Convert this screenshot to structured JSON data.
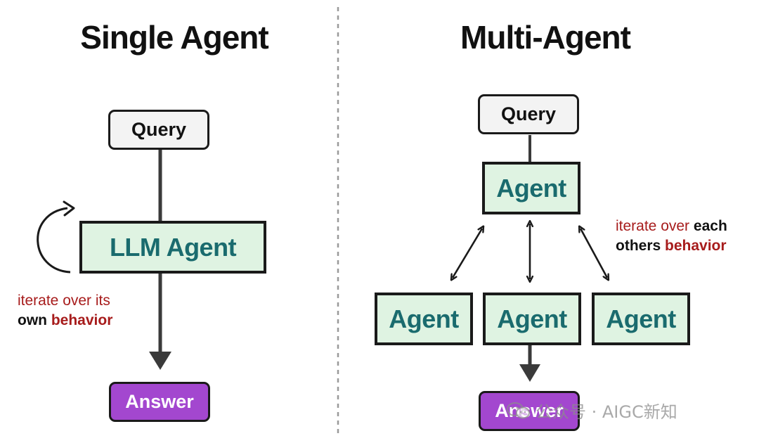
{
  "left_panel": {
    "title": "Single Agent",
    "query_label": "Query",
    "agent_label": "LLM Agent",
    "answer_label": "Answer",
    "note": {
      "line1": "iterate over its",
      "line2_a": "own",
      "line2_b": "behavior"
    }
  },
  "right_panel": {
    "title": "Multi-Agent",
    "query_label": "Query",
    "top_agent_label": "Agent",
    "agents": [
      "Agent",
      "Agent",
      "Agent"
    ],
    "answer_label": "Answer",
    "note": {
      "line1_a": "iterate over",
      "line1_b": "each",
      "line2_a": "others",
      "line2_b": "behavior"
    }
  },
  "watermark": {
    "text": "公众号 · AIGC新知"
  },
  "colors": {
    "agent_fill": "#dff3e2",
    "agent_text": "#1a6b6e",
    "answer_fill": "#a347cf",
    "query_fill": "#f3f3f3",
    "note_red": "#a71c1c",
    "arrow": "#3a3a3a",
    "divider": "#9a9a9a"
  },
  "icons": [
    "loop-arrow-icon",
    "double-arrow-icon",
    "down-arrow-icon",
    "wechat-icon"
  ]
}
